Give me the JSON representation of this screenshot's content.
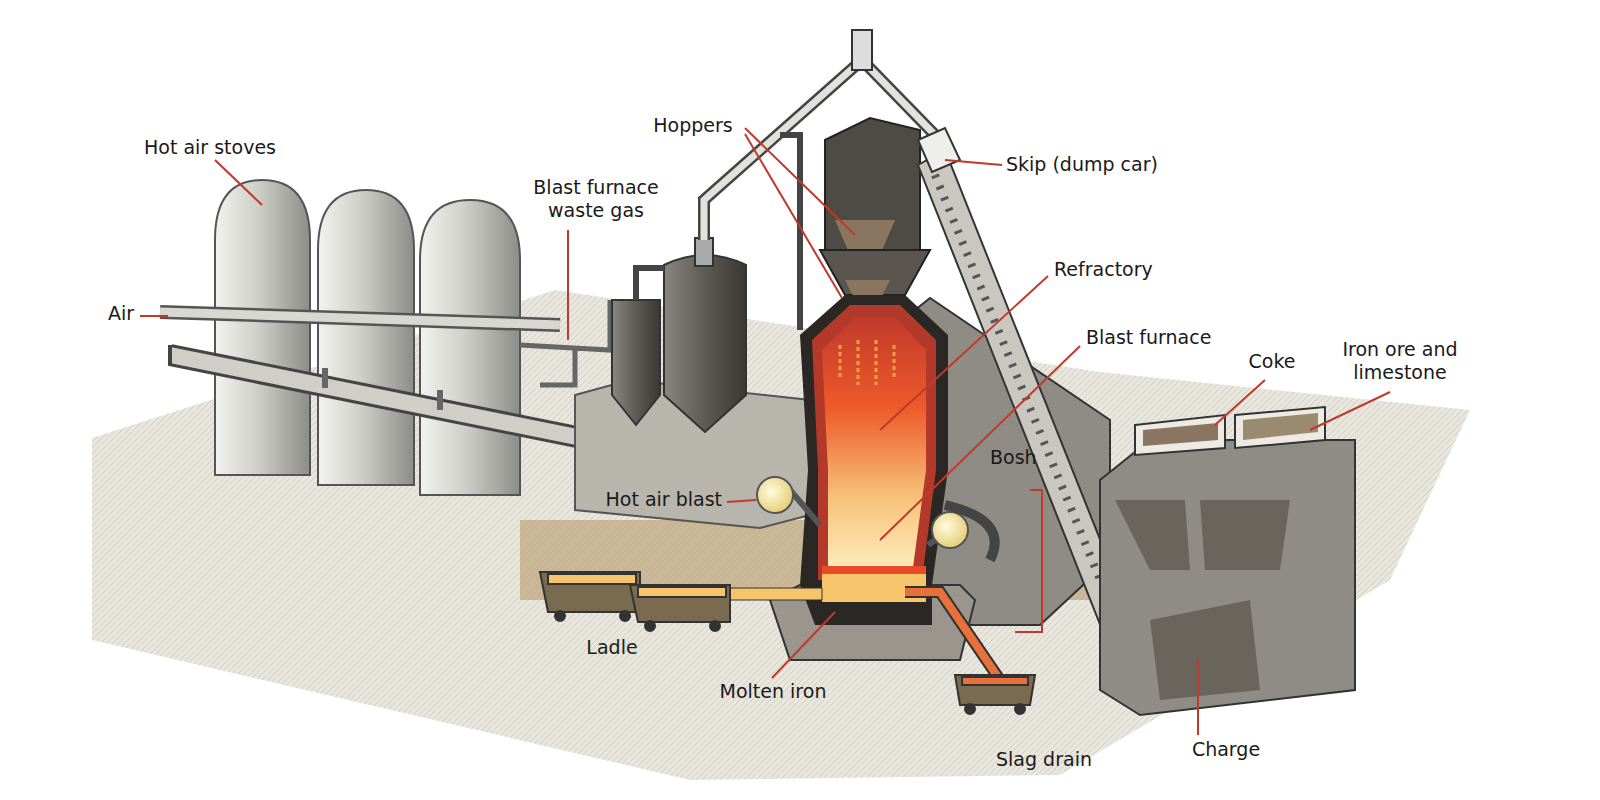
{
  "diagram": {
    "labels": [
      "Hot air stoves",
      "Hoppers",
      "Blast furnace waste gas",
      "Skip (dump car)",
      "Refractory",
      "Air",
      "Blast furnace",
      "Coke",
      "Iron ore and limestone",
      "Bosh",
      "Hot air blast",
      "Ladle",
      "Molten iron",
      "Slag drain",
      "Charge"
    ]
  }
}
